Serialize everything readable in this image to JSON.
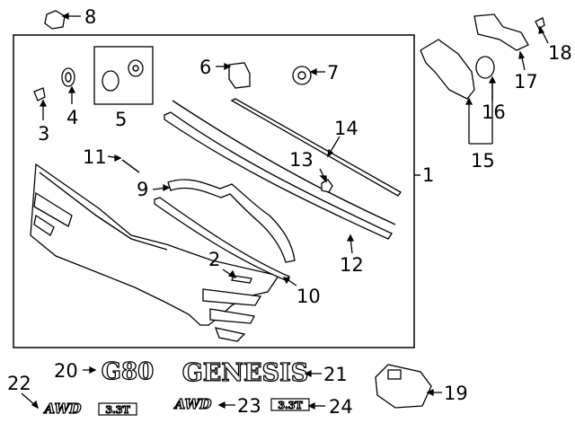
{
  "diagram": {
    "callouts": {
      "c1": "1",
      "c2": "2",
      "c3": "3",
      "c4": "4",
      "c5": "5",
      "c6": "6",
      "c7": "7",
      "c8": "8",
      "c9": "9",
      "c10": "10",
      "c11": "11",
      "c12": "12",
      "c13": "13",
      "c14": "14",
      "c15": "15",
      "c16": "16",
      "c17": "17",
      "c18": "18",
      "c19": "19",
      "c20": "20",
      "c21": "21",
      "c22": "22",
      "c23": "23",
      "c24": "24"
    },
    "emblems": {
      "g80": "G80",
      "genesis": "GENESIS",
      "awd_1": "AWD",
      "sst_1": "3.3T",
      "awd_2": "AWD",
      "sst_2": "3.3T"
    }
  }
}
